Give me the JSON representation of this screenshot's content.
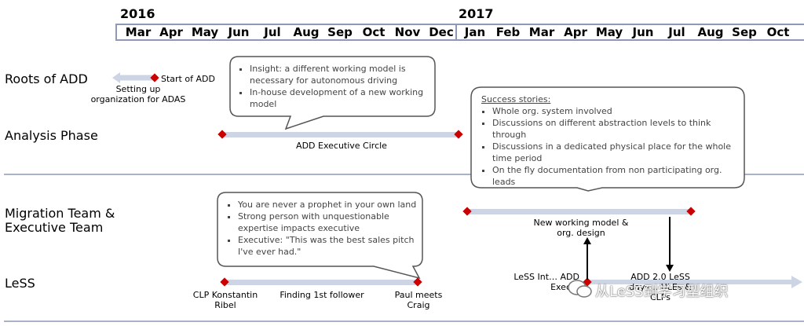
{
  "years": [
    "2016",
    "2017"
  ],
  "months": [
    "Mar",
    "Apr",
    "May",
    "Jun",
    "Jul",
    "Aug",
    "Sep",
    "Oct",
    "Nov",
    "Dec",
    "Jan",
    "Feb",
    "Mar",
    "Apr",
    "May",
    "Jun",
    "Jul",
    "Aug",
    "Sep",
    "Oct"
  ],
  "rows": {
    "roots": "Roots of ADD",
    "analysis": "Analysis Phase",
    "migration": "Migration Team & Executive Team",
    "less": "LeSS"
  },
  "events": {
    "start_add": "Start of ADD",
    "setting_up": "Setting up organization for ADAS",
    "add_exec_circle": "ADD Executive Circle",
    "new_working_model": "New working model & org. design",
    "clp": "CLP Konstantin Ribel",
    "finding_follower": "Finding 1st follower",
    "paul_meets": "Paul meets Craig",
    "less_intro": "LeSS Int… ADD Exec…",
    "add20": "ADD 2.0 LeSS days… ULEs & CLPs"
  },
  "callout_insight": {
    "items": [
      "Insight: a different working model is necessary for autonomous driving",
      "In-house development of a new working model"
    ]
  },
  "callout_success": {
    "title": "Success stories:",
    "items": [
      "Whole org. system involved",
      "Discussions on different abstraction levels to think through",
      "Discussions in a dedicated physical place for the whole time period",
      "On the fly documentation from non participating org. leads"
    ]
  },
  "callout_prophet": {
    "items": [
      "You are never a prophet in your own land",
      "Strong person with unquestionable expertise impacts executive",
      "Executive: \"This was the best sales pitch I've ever had.\""
    ]
  },
  "watermark": "从LeSS到学习型组织",
  "colors": {
    "milestone": "#cc0000",
    "bar": "#cdd4e4",
    "grid": "#8e9ab5"
  }
}
